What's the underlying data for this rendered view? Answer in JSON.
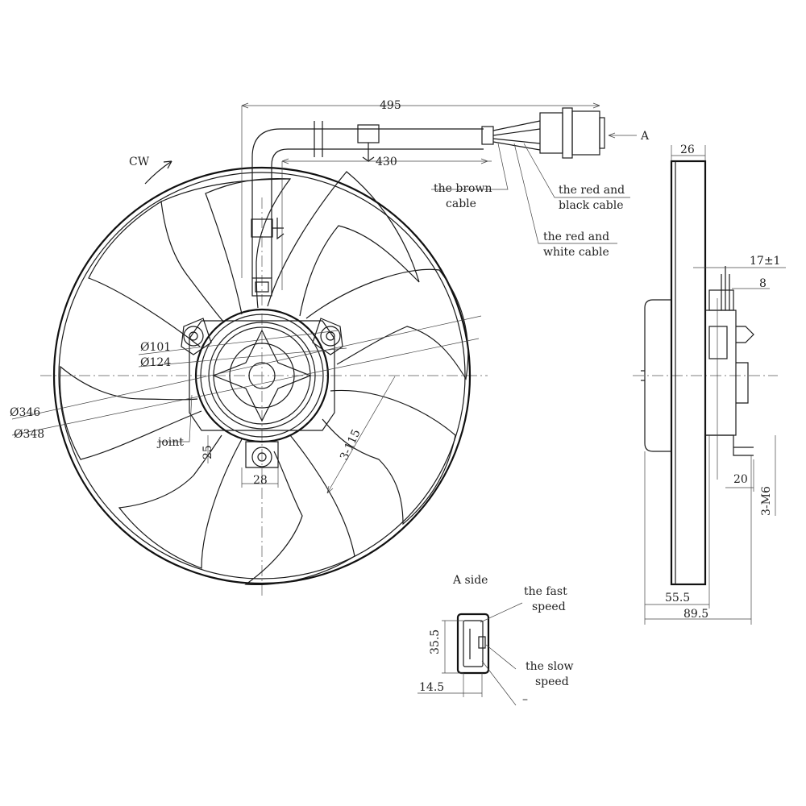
{
  "rotation_label": "CW",
  "dims": {
    "d495": "495",
    "d430": "430",
    "d26": "26",
    "d17": "17±1",
    "d8": "8",
    "d20": "20",
    "d3m6": "3-M6",
    "d555": "55.5",
    "d895": "89.5",
    "d101": "Ø101",
    "d124": "Ø124",
    "d346": "Ø346",
    "d348": "Ø348",
    "d3115": "3-115",
    "d25": "25",
    "d28": "28",
    "d355": "35.5",
    "d145": "14.5",
    "view_marker": "A"
  },
  "labels": {
    "brown_1": "the brown",
    "brown_2": "cable",
    "red_black_1": "the red and",
    "red_black_2": "black cable",
    "red_white_1": "the red and",
    "red_white_2": "white cable",
    "joint": "joint",
    "a_side": "A side",
    "fast_1": "the fast",
    "fast_2": "speed",
    "slow_1": "the slow",
    "slow_2": "speed",
    "dash": "–"
  }
}
